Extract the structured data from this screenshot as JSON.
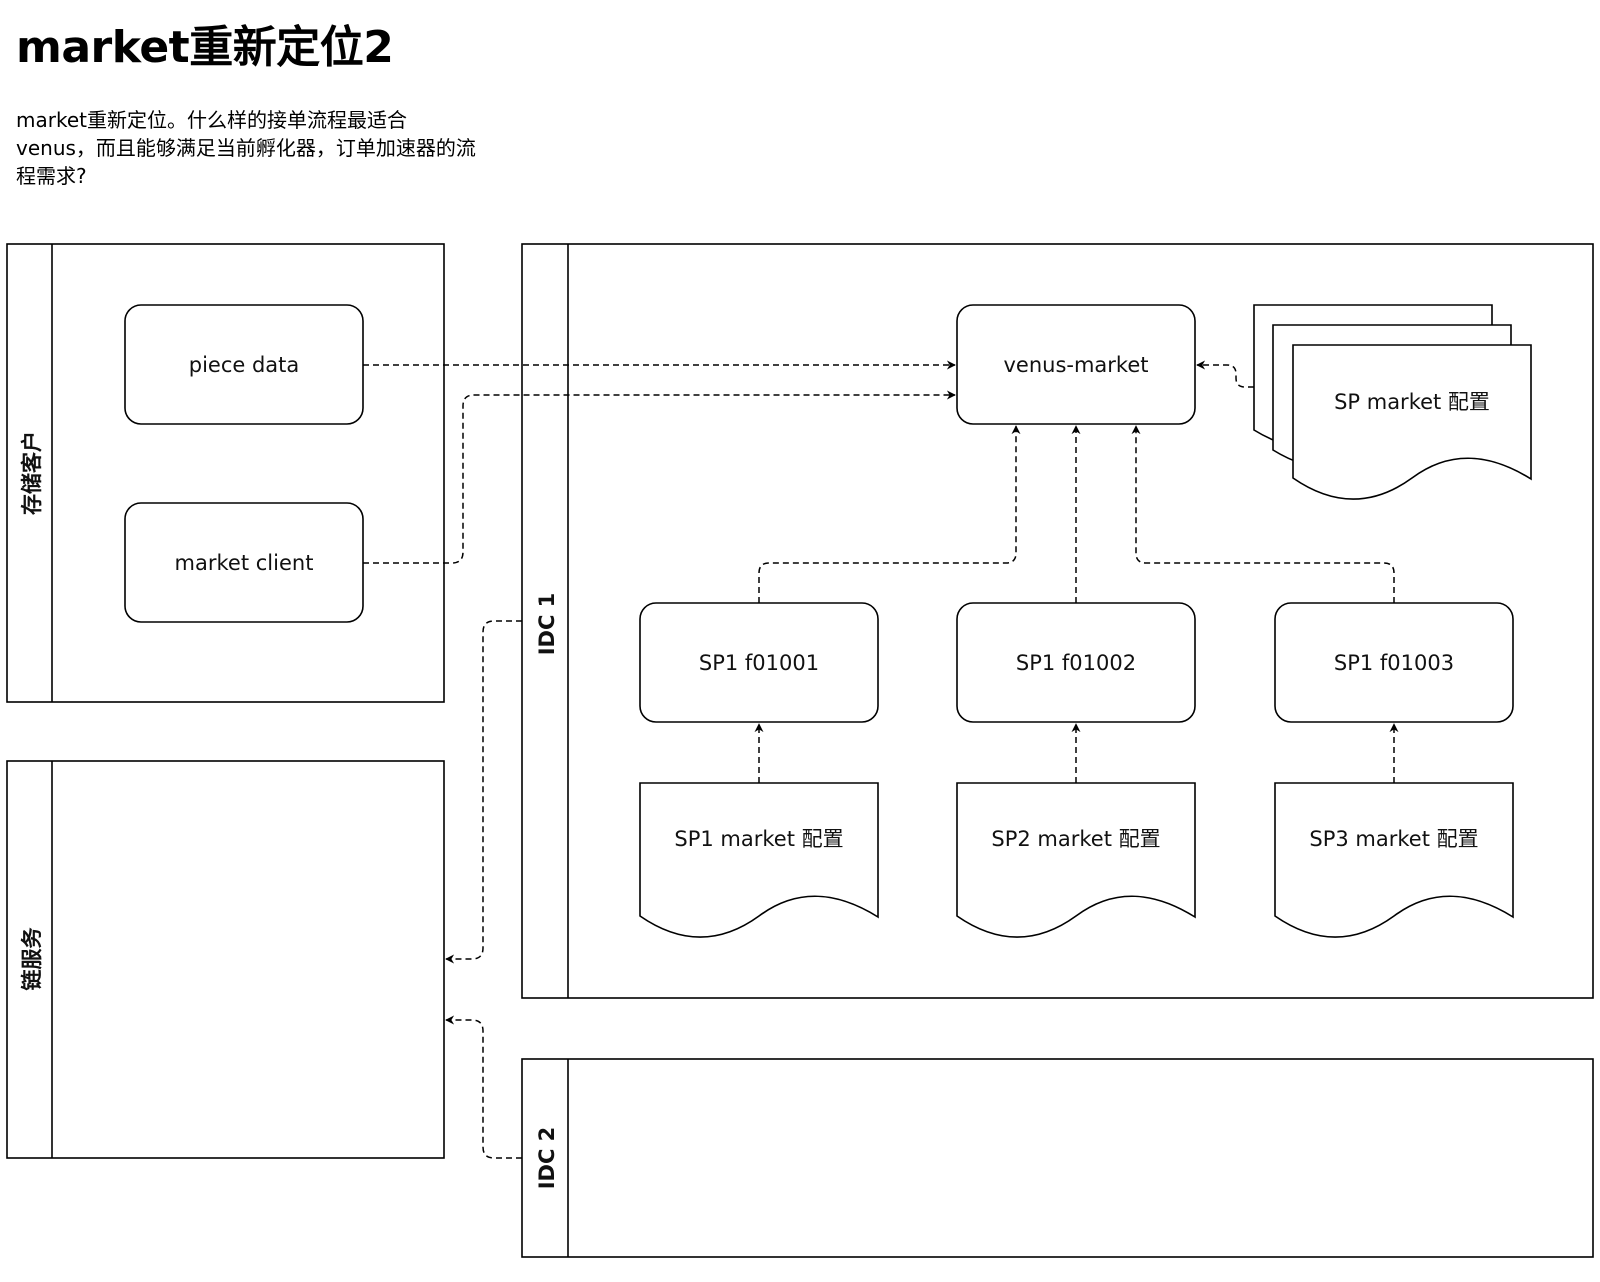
{
  "page": {
    "title": "market重新定位2",
    "description_lines": [
      "market重新定位。什么样的接单流程最适合",
      "venus，而且能够满足当前孵化器，订单加速器的流",
      "程需求?"
    ]
  },
  "lanes": {
    "customer": "存储客户",
    "chain_service": "链服务",
    "idc1": "IDC 1",
    "idc2": "IDC 2"
  },
  "nodes": {
    "piece_data": "piece data",
    "market_client": "market client",
    "venus_market": "venus-market",
    "sp_market_config": "SP market 配置",
    "sp_f01001": "SP1 f01001",
    "sp_f01002": "SP1 f01002",
    "sp_f01003": "SP1 f01003",
    "sp1_config": "SP1 market 配置",
    "sp2_config": "SP2 market 配置",
    "sp3_config": "SP3 market 配置"
  },
  "edges": [
    {
      "from": "piece data",
      "to": "venus-market"
    },
    {
      "from": "market client",
      "to": "venus-market"
    },
    {
      "from": "SP market 配置",
      "to": "venus-market"
    },
    {
      "from": "SP1 f01001",
      "to": "venus-market"
    },
    {
      "from": "SP1 f01002",
      "to": "venus-market"
    },
    {
      "from": "SP1 f01003",
      "to": "venus-market"
    },
    {
      "from": "SP1 market 配置",
      "to": "SP1 f01001"
    },
    {
      "from": "SP2 market 配置",
      "to": "SP1 f01002"
    },
    {
      "from": "SP3 market 配置",
      "to": "SP1 f01003"
    },
    {
      "from": "IDC 1",
      "to": "链服务"
    },
    {
      "from": "IDC 2",
      "to": "链服务"
    }
  ]
}
